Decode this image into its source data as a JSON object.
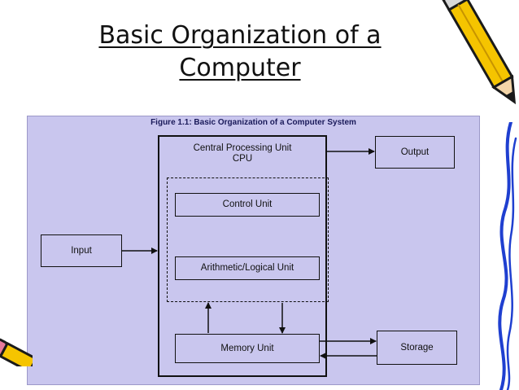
{
  "slide": {
    "title_line1": "Basic Organization of a",
    "title_line2": "Computer"
  },
  "figure": {
    "caption": "Figure 1.1: Basic Organization of a Computer System",
    "cpu_line1": "Central Processing Unit",
    "cpu_line2": "CPU",
    "control_unit": "Control Unit",
    "alu": "Arithmetic/Logical Unit",
    "memory_unit": "Memory Unit",
    "input": "Input",
    "output": "Output",
    "storage": "Storage"
  },
  "colors": {
    "figure_background": "#c9c6ee",
    "pencil_yellow": "#f5c400",
    "pencil_outline": "#1a1a1a",
    "blue_squiggle": "#1f3fd0"
  },
  "decorations": [
    "pencil-icon",
    "pencil-icon",
    "blue-squiggle"
  ]
}
